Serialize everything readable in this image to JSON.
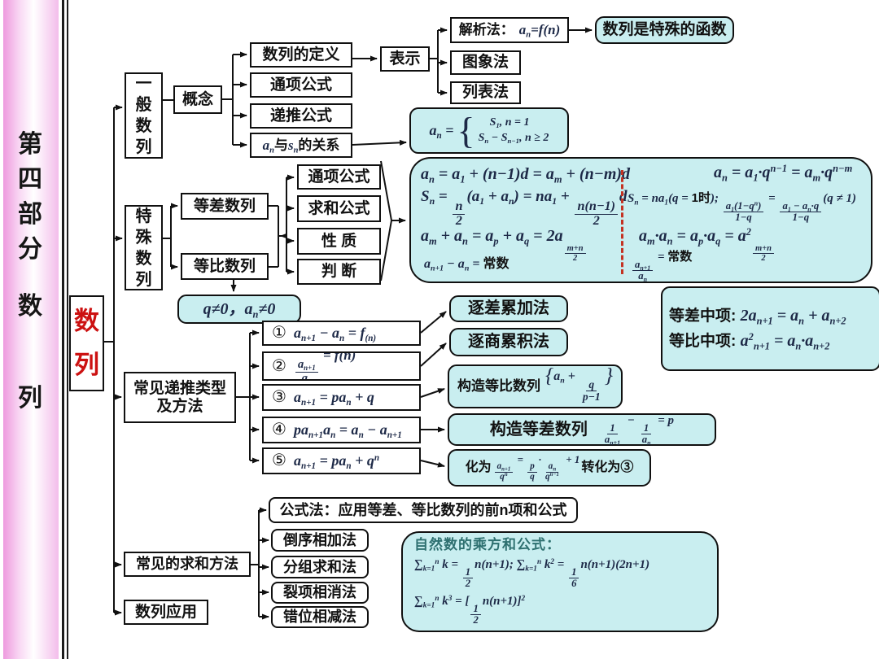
{
  "frame": {
    "part_title": "第四部分",
    "part_char_a": "数",
    "part_char_b": "列"
  },
  "root": {
    "label": "数列"
  },
  "general": {
    "node": "一般数列",
    "concept": "概念",
    "def": "数列的定义",
    "general_formula": "通项公式",
    "recursive_formula": "递推公式",
    "relation": "a_{n}#{与}s_{n}#{的关系}",
    "display": "表示",
    "analytic_label": "解析法：",
    "analytic_math": "a_{n}=f(n)",
    "graph_method": "图象法",
    "table_method": "列表法",
    "note": "数列是特殊的函数",
    "piecewise": {
      "lhs": "a_{n} =",
      "brace": "{",
      "case1": "S_{1},  n = 1",
      "case2": "S_{n} − S_{n−1},  n ≥ 2"
    }
  },
  "special": {
    "node": "特殊数列",
    "arithmetic": "等差数列",
    "geometric": "等比数列",
    "aspects": [
      "通项公式",
      "求和公式",
      "性 质",
      "判 断"
    ],
    "qcond": "q≠0，a_{n}≠0",
    "formulas": {
      "a1": "a_{n} = a_{1} + (n−1)d = a_{m} + (n−m)d",
      "a2": "S_{n} = @{n}{2}(a_{1} + a_{n}) = na_{1} + @{n(n−1)}{2}d",
      "a3": "a_{m} + a_{n} = a_{p} + a_{q} = 2a_{@{m+n}{2}}",
      "a4": "a_{n+1} − a_{n} = #{常数}",
      "g1": "a_{n} = a_{1}·q^{n−1} = a_{m}·q^{n−m}",
      "g2": "S_{n} = na_{1}(q = #{1时}); @{a_{1}(1−q^{n})}{1−q} = @{a_{1} − a_{n}·q}{1−q}(q ≠ 1)",
      "g3": "a_{m}·a_{n} = a_{p}·a_{q} = a^{2}_{@{m+n}{2}}",
      "g4": "@{a_{n+1}}{a_{n}} = #{常数}"
    },
    "middle": {
      "am_label": "等差中项:",
      "am_math": "2a_{n+1} = a_{n} + a_{n+2}",
      "gm_label": "等比中项:",
      "gm_math": "a^{2}_{n+1} = a_{n}·a_{n+2}"
    }
  },
  "recurrence": {
    "node_line1": "常见递推类型",
    "node_line2": "及方法",
    "items": [
      {
        "num": "①",
        "math": "a_{n+1} − a_{n} = f_{(n)}"
      },
      {
        "num": "②",
        "math": "@{a_{n+1}}{a_{n}} = f(n)"
      },
      {
        "num": "③",
        "math": "a_{n+1} = pa_{n} + q"
      },
      {
        "num": "④",
        "math": "pa_{n+1}a_{n} = a_{n} − a_{n+1}"
      },
      {
        "num": "⑤",
        "math": "a_{n+1} = pa_{n} + q^{n}"
      }
    ],
    "methods": {
      "m1": "逐差累加法",
      "m2": "逐商累积法",
      "m3_label": "构造等比数列",
      "m3_math": "{a_{n} + @{q}{p−1}}",
      "m4_label": "构造等差数列",
      "m4_math": "@{1}{a_{n+1}} − @{1}{a_{n}} = p",
      "m5_prefix": "化为",
      "m5_math": "@{a_{n+1}}{q^{n}} = @{p}{q}·@{a_{n}}{q^{n−1}} + 1",
      "m5_suffix": "转化为③"
    }
  },
  "summation": {
    "node": "常见的求和方法",
    "methods": [
      "公式法：应用等差、等比数列的前n项和公式",
      "倒序相加法",
      "分组求和法",
      "裂项相消法",
      "错位相减法"
    ],
    "natural": {
      "title": "自然数的乘方和公式：",
      "f1": "∑_{k=1}^{n} k = @{1}{2}n(n+1); ∑_{k=1}^{n} k^{2} = @{1}{6}n(n+1)(2n+1)",
      "f2": "∑_{k=1}^{n} k^{3} = [@{1}{2}n(n+1)]^{2}"
    }
  },
  "application": {
    "node": "数列应用"
  },
  "colors": {
    "cyan": "#c9eef0",
    "red_accent": "#cc1111",
    "dash_red": "#c43222",
    "pink": "#ee9ade"
  }
}
